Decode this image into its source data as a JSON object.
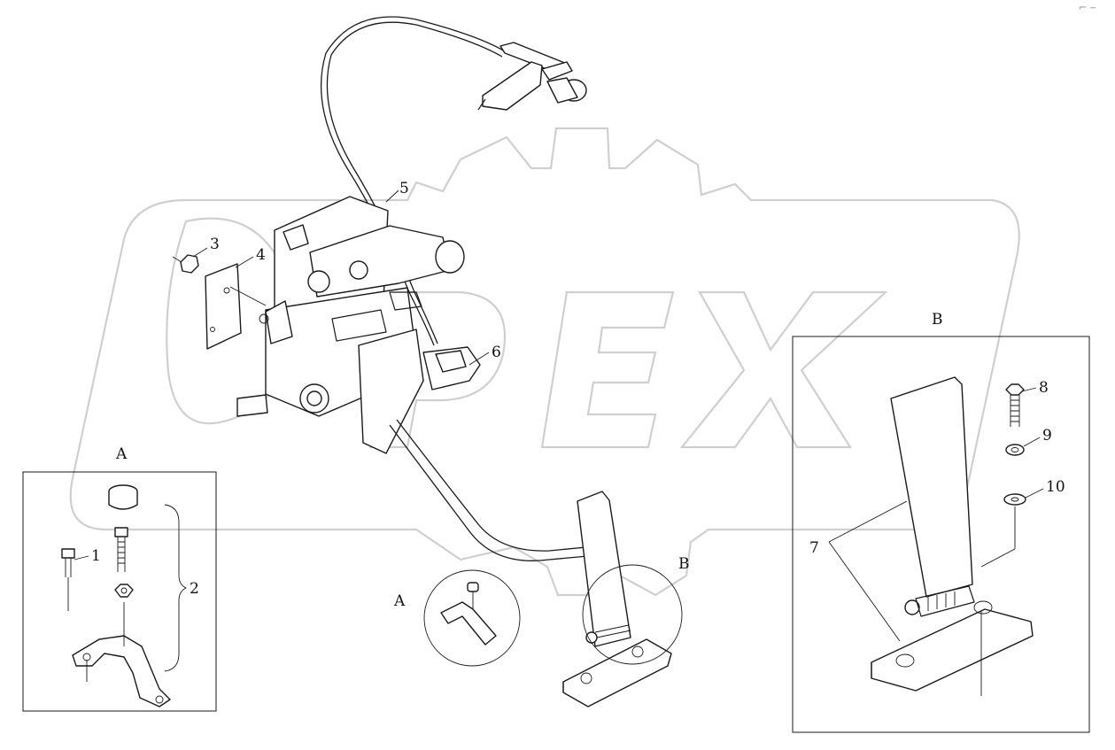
{
  "watermark": {
    "text": "OPEX"
  },
  "corner_mark": "⌐ ‒",
  "callouts": {
    "c1": "1",
    "c2": "2",
    "c3": "3",
    "c4": "4",
    "c5": "5",
    "c6": "6",
    "c7": "7",
    "c8": "8",
    "c9": "9",
    "c10": "10"
  },
  "detail_labels": {
    "detail_a_title": "A",
    "detail_b_title": "B",
    "detail_a_ref": "A",
    "detail_b_ref": "B"
  }
}
